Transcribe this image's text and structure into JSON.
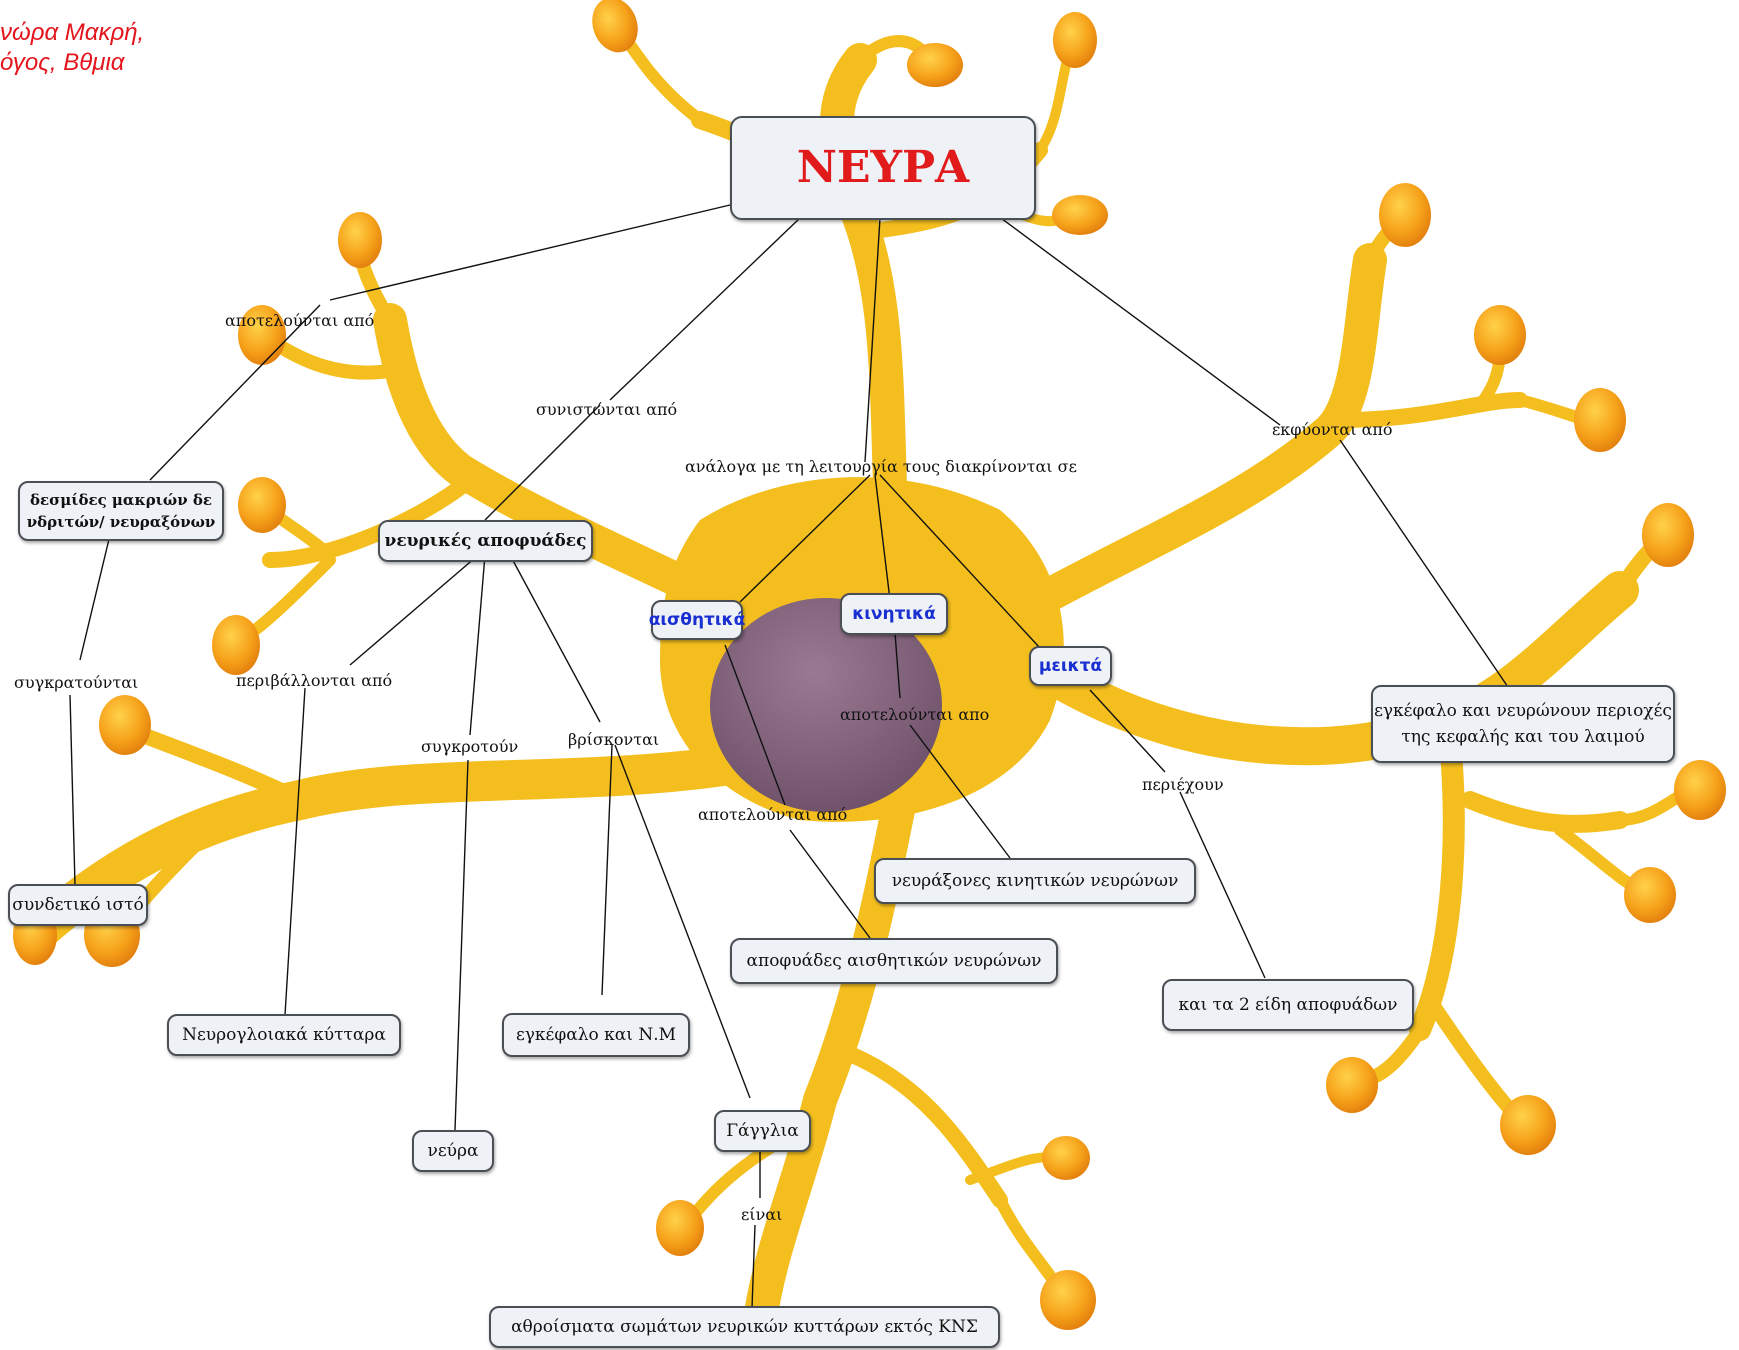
{
  "author_note": "νώρα Μακρή,\nόγος, Βθμια",
  "root": "ΝΕΥΡΑ",
  "concepts": {
    "nevrikes_apofyades": "νευρικές αποφυάδες",
    "desmides": "δεσμίδες μακριών δε\nνδριτών/ νευραξόνων",
    "aisthitika": "αισθητικά",
    "kinitika": "κινητικά",
    "mikta": "μεικτά",
    "egkefalo_perioxes": "εγκέφαλο και νευρώνουν περιοχές\nτης κεφαλής και του λαιμού",
    "syndetiko": "συνδετικό ιστό",
    "neyrogliaka": "Νευρογλοιακά κύτταρα",
    "egkefalo_nm": "εγκέφαλο και Ν.Μ",
    "neyra": "νεύρα",
    "gaggila": "Γάγγλια",
    "neyraxones": "νευράξονες κινητικών νευρώνων",
    "apofyades_aisth": "αποφυάδες αισθητικών νευρώνων",
    "kai_ta_2": "και τα 2 είδη αποφυάδων",
    "athroismata": "αθροίσματα σωμάτων νευρικών κυττάρων εκτός ΚΝΣ"
  },
  "links": {
    "apotelountai_apo_1": "αποτελούνται από",
    "synistontai_apo": "συνιστώνται από",
    "analoga": "ανάλογα με τη λειτουργία τους διακρίνονται σε",
    "ekfyontai_apo": "εκφύονται από",
    "sygkratountai": "συγκρατούνται",
    "perivallontai_apo": "περιβάλλονται από",
    "sygkrotoun": "συγκροτούν",
    "vriskontai": "βρίσκονται",
    "apotelountai_apo_kin": "αποτελούνται απο",
    "periexoun": "περιέχουν",
    "apotelountai_apo_2": "αποτελούνται από",
    "einai": "είναι"
  },
  "colors": {
    "neuron": "#f6c21c",
    "terminal": "#f39a17",
    "nucleus": "#8c6a86",
    "root_text": "#e11b1b",
    "function_text": "#1a2fd1"
  }
}
